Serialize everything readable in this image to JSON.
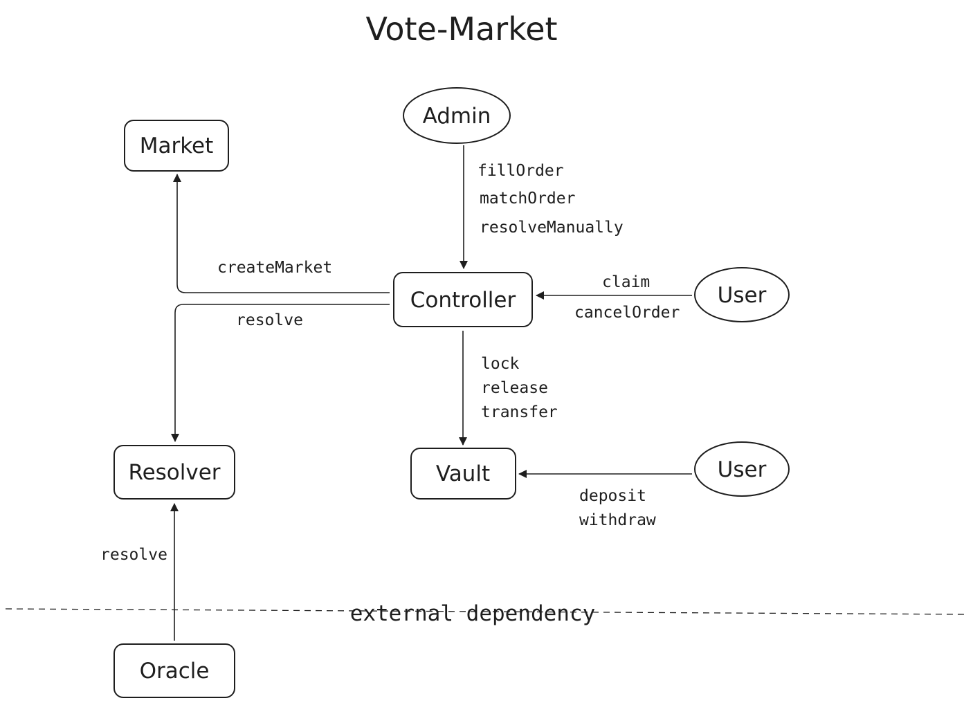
{
  "title": "Vote-Market",
  "nodes": {
    "market": "Market",
    "admin": "Admin",
    "controller": "Controller",
    "user_top": "User",
    "resolver": "Resolver",
    "vault": "Vault",
    "user_bottom": "User",
    "oracle": "Oracle"
  },
  "edges": {
    "admin_to_controller": [
      "fillOrder",
      "matchOrder",
      "resolveManually"
    ],
    "controller_to_market": "createMarket",
    "controller_to_resolver": "resolve",
    "user_to_controller": [
      "claim",
      "cancelOrder"
    ],
    "controller_to_vault": [
      "lock",
      "release",
      "transfer"
    ],
    "user_to_vault": [
      "deposit",
      "withdraw"
    ],
    "oracle_to_resolver": "resolve"
  },
  "boundary": {
    "label": "external dependency"
  }
}
